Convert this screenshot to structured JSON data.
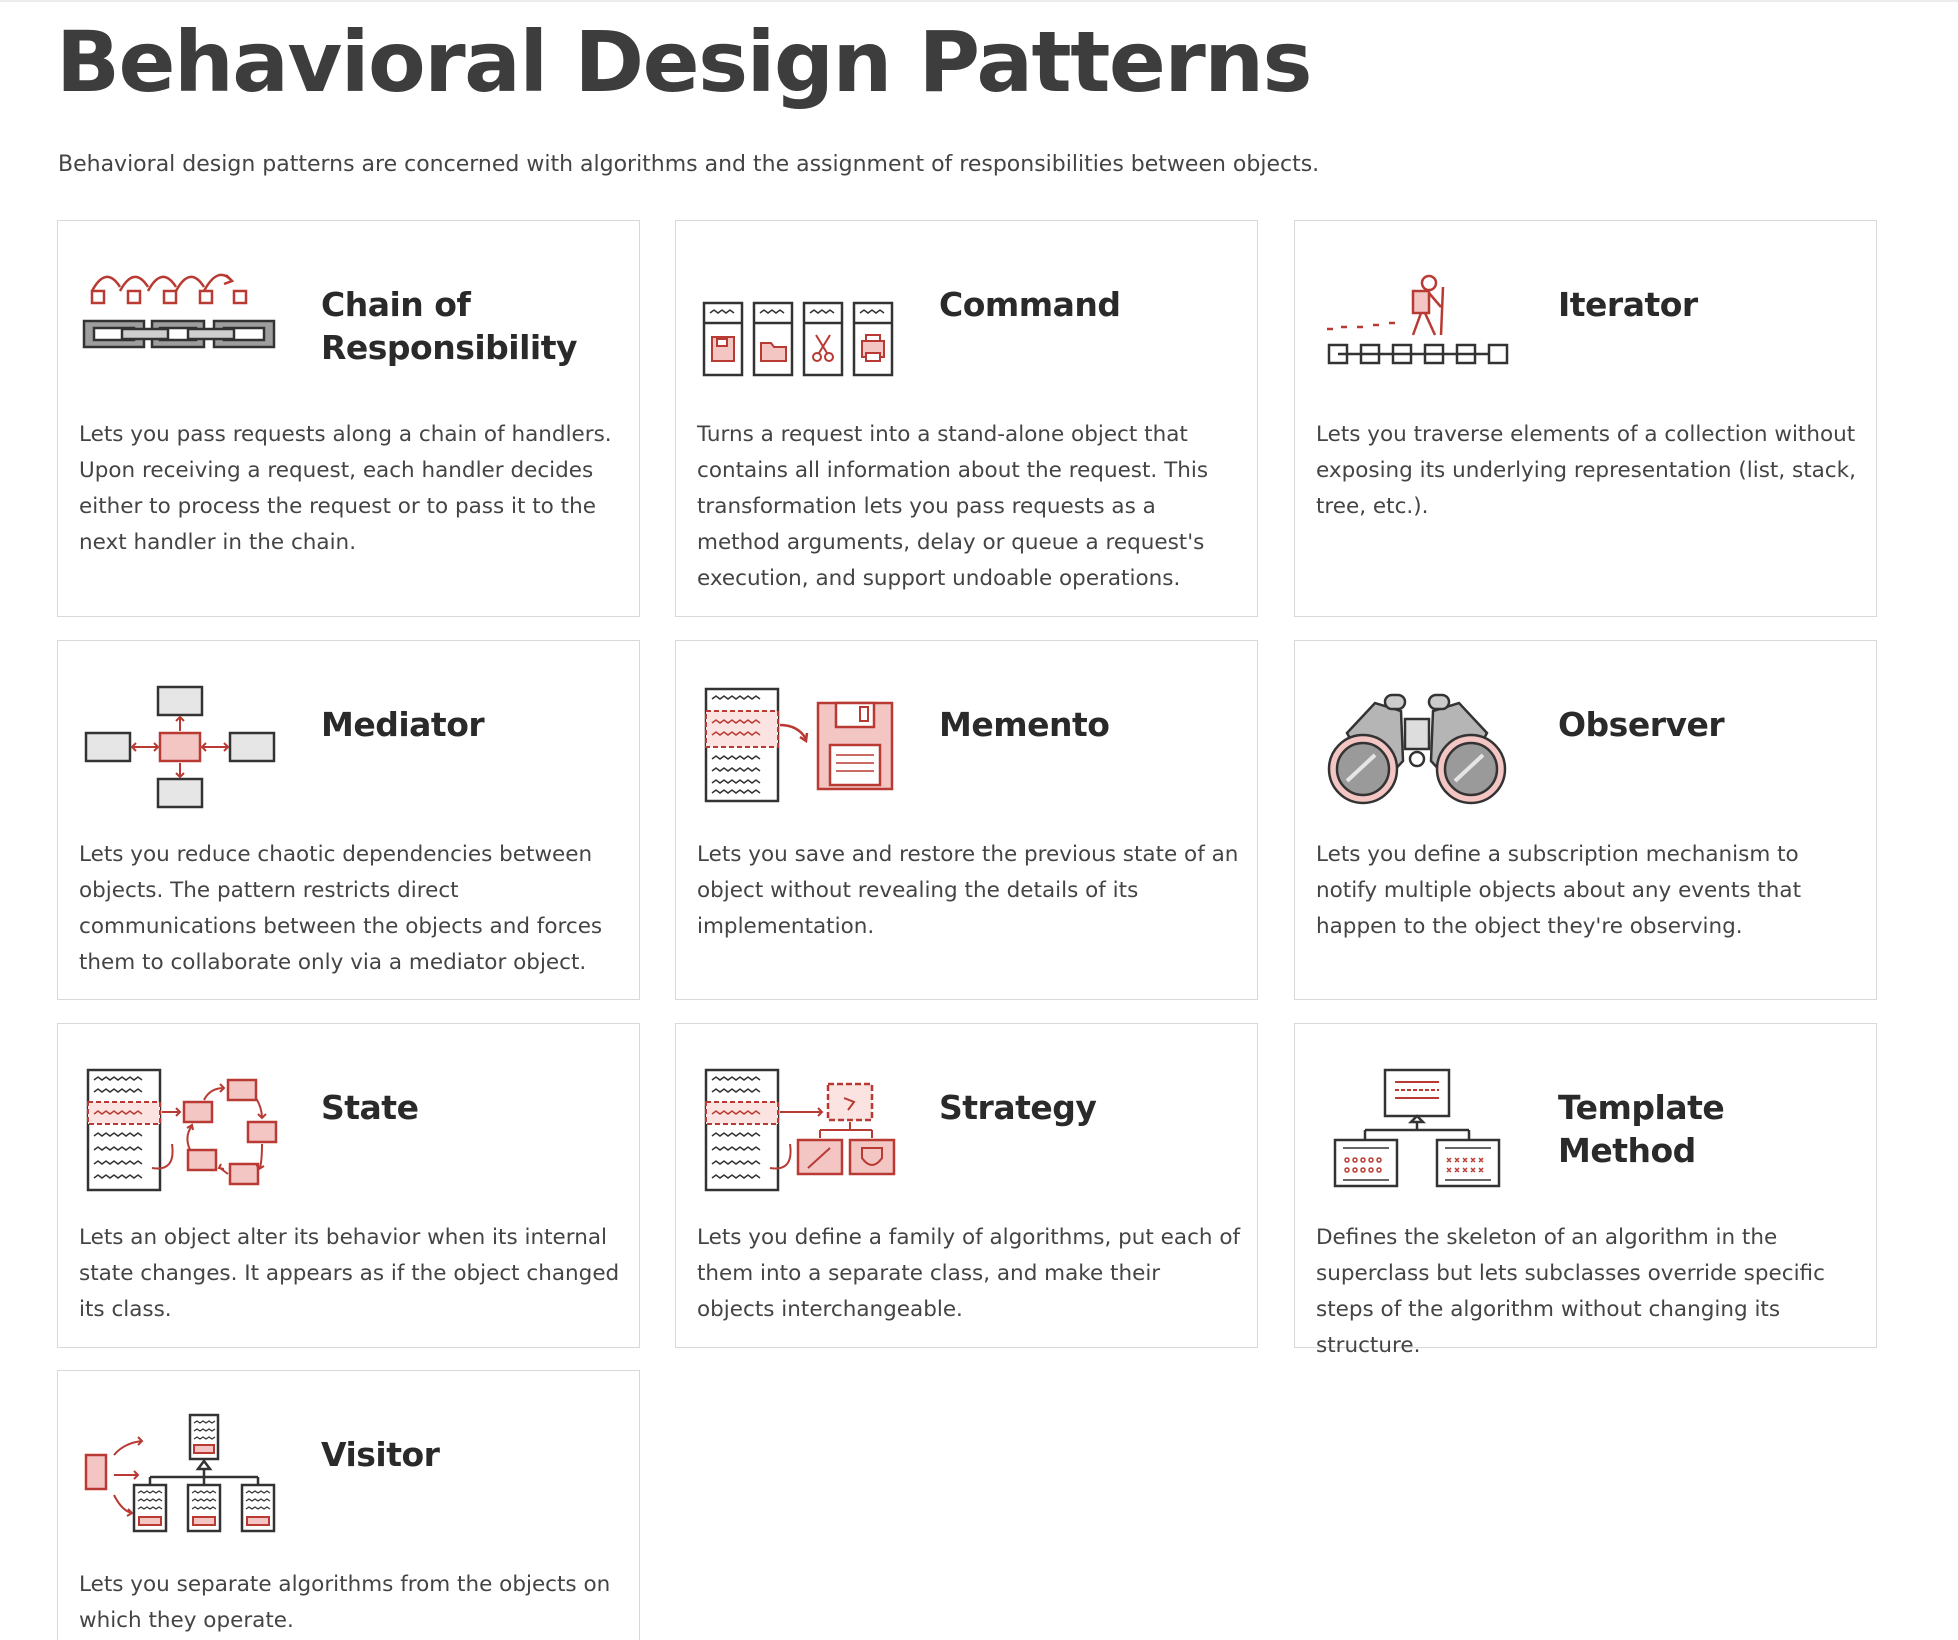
{
  "page": {
    "title": "Behavioral Design Patterns",
    "intro": "Behavioral design patterns are concerned with algorithms and the assignment of responsibilities between objects."
  },
  "accent_color": "#c0392b",
  "patterns": [
    {
      "title": "Chain of Responsibility",
      "icon": "chain-icon",
      "description": "Lets you pass requests along a chain of handlers. Upon receiving a request, each handler decides either to process the request or to pass it to the next handler in the chain."
    },
    {
      "title": "Command",
      "icon": "command-icon",
      "description": "Turns a request into a stand-alone object that contains all information about the request. This transformation lets you pass requests as a method arguments, delay or queue a request's execution, and support undoable operations."
    },
    {
      "title": "Iterator",
      "icon": "iterator-icon",
      "description": "Lets you traverse elements of a collection without exposing its underlying representation (list, stack, tree, etc.)."
    },
    {
      "title": "Mediator",
      "icon": "mediator-icon",
      "description": "Lets you reduce chaotic dependencies between objects. The pattern restricts direct communications between the objects and forces them to collaborate only via a mediator object."
    },
    {
      "title": "Memento",
      "icon": "memento-icon",
      "description": "Lets you save and restore the previous state of an object without revealing the details of its implementation."
    },
    {
      "title": "Observer",
      "icon": "observer-icon",
      "description": "Lets you define a subscription mechanism to notify multiple objects about any events that happen to the object they're observing."
    },
    {
      "title": "State",
      "icon": "state-icon",
      "description": "Lets an object alter its behavior when its internal state changes. It appears as if the object changed its class."
    },
    {
      "title": "Strategy",
      "icon": "strategy-icon",
      "description": "Lets you define a family of algorithms, put each of them into a separate class, and make their objects interchangeable."
    },
    {
      "title": "Template Method",
      "icon": "template-method-icon",
      "description": "Defines the skeleton of an algorithm in the superclass but lets subclasses override specific steps of the algorithm without changing its structure."
    },
    {
      "title": "Visitor",
      "icon": "visitor-icon",
      "description": "Lets you separate algorithms from the objects on which they operate."
    }
  ]
}
